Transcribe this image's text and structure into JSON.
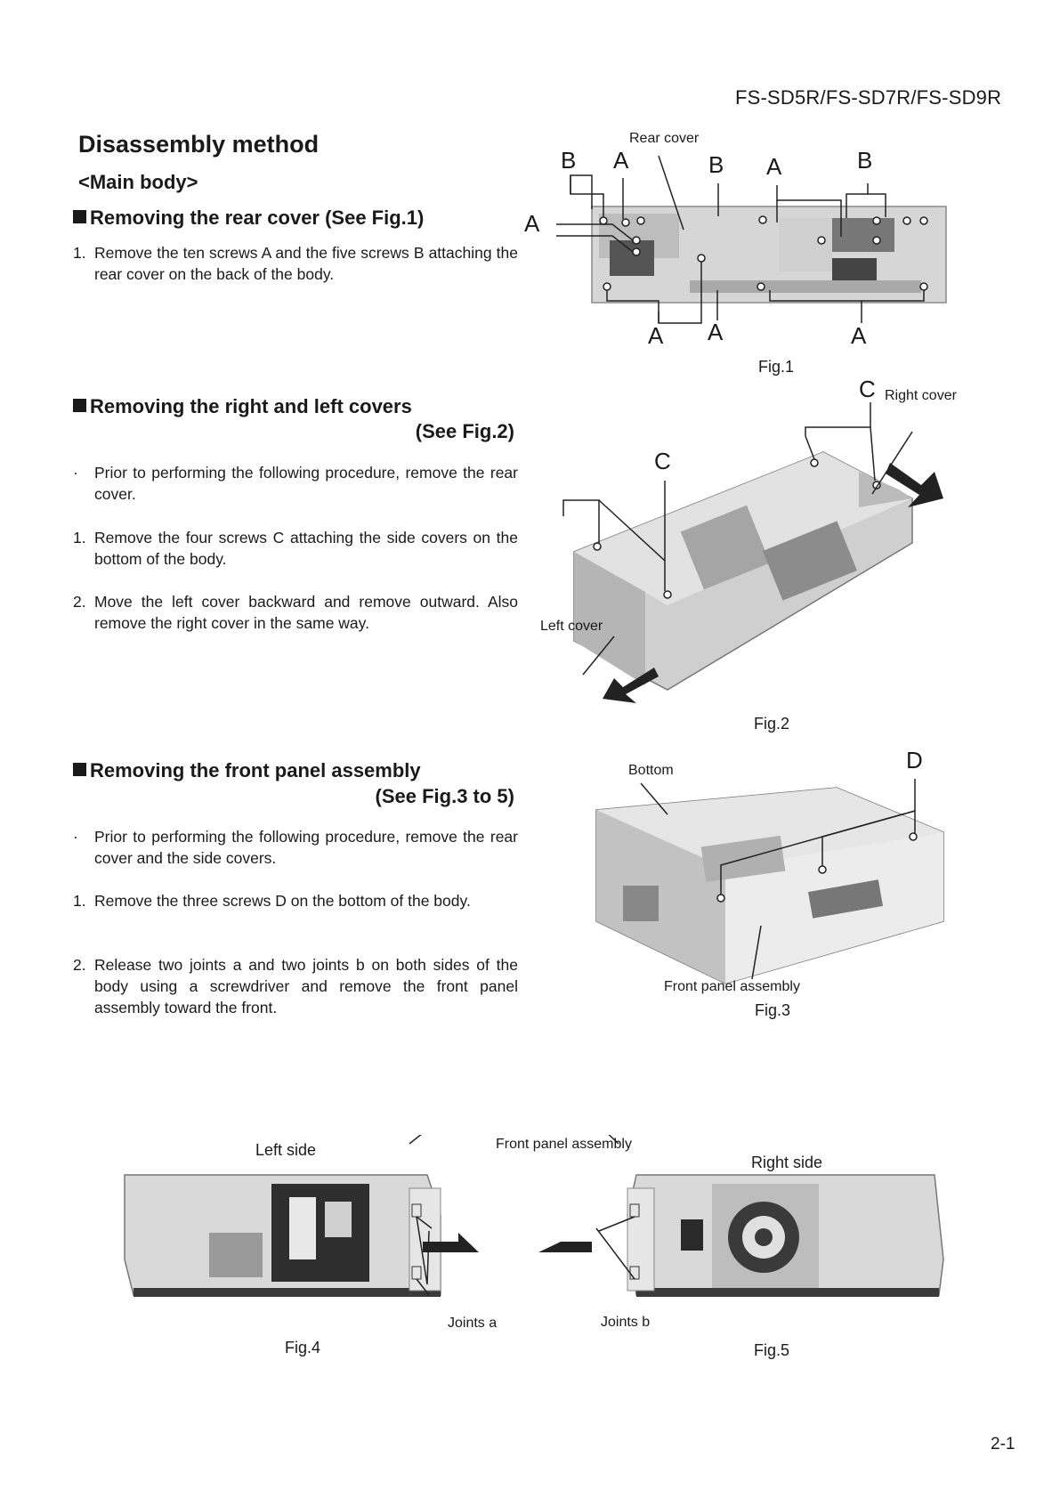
{
  "header": {
    "model": "FS-SD5R/FS-SD7R/FS-SD9R"
  },
  "title": "Disassembly method",
  "subtitle": "<Main body>",
  "sections": [
    {
      "heading": "Removing the rear cover (See Fig.1)",
      "steps": [
        {
          "num": "1.",
          "text": "Remove the ten screws A  and the five screws B attaching the rear cover on the back of the body."
        }
      ]
    },
    {
      "heading": "Removing the right and left covers",
      "see": "(See Fig.2)",
      "note": "Prior to performing the following procedure, remove the rear cover.",
      "steps": [
        {
          "num": "1.",
          "text": "Remove the four screws C  attaching the side covers on the bottom of the body."
        },
        {
          "num": "2.",
          "text": "Move the left cover backward and remove outward. Also remove the right cover in the same way."
        }
      ]
    },
    {
      "heading": "Removing the front panel assembly",
      "see": "(See Fig.3 to 5)",
      "note": "Prior to performing the following procedure, remove the rear cover and the side covers.",
      "steps": [
        {
          "num": "1.",
          "text": "Remove the three screws D  on the bottom of the body."
        },
        {
          "num": "2.",
          "text": "Release two joints a and two joints b on both sides of the body using a screwdriver and remove the front panel assembly toward the front."
        }
      ]
    }
  ],
  "fig1": {
    "caption": "Fig.1",
    "rear_cover": "Rear cover",
    "letters": {
      "b1": "B",
      "a1": "A",
      "b2": "B",
      "a2": "A",
      "b3": "B",
      "aleft": "A",
      "abot1": "A",
      "abot2": "A",
      "abot3": "A"
    }
  },
  "fig2": {
    "caption": "Fig.2",
    "c1": "C",
    "c2": "C",
    "right_cover": "Right cover",
    "left_cover": "Left cover"
  },
  "fig3": {
    "caption": "Fig.3",
    "d": "D",
    "bottom": "Bottom",
    "front_panel": "Front panel assembly"
  },
  "fig45": {
    "left_side": "Left side",
    "right_side": "Right side",
    "front_panel": "Front panel assembly",
    "joints_a": "Joints a",
    "joints_b": "Joints b",
    "fig4": "Fig.4",
    "fig5": "Fig.5"
  },
  "page_number": "2-1"
}
